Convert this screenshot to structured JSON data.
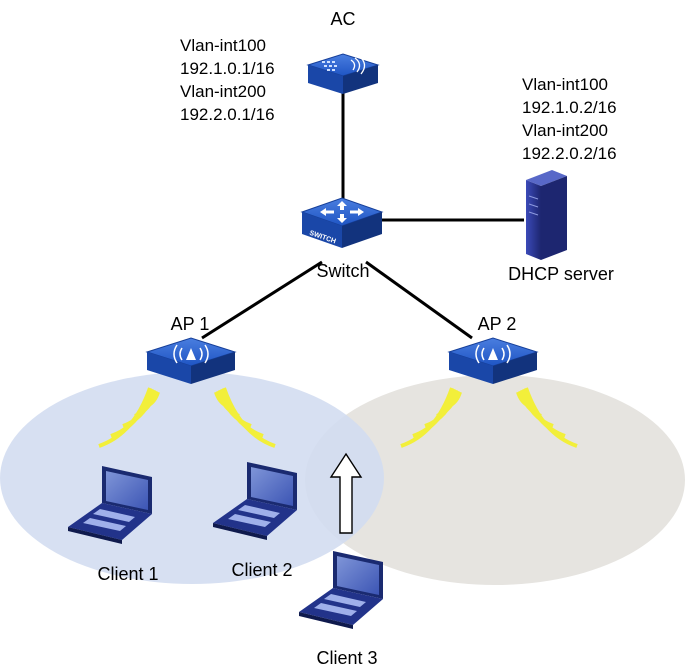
{
  "colors": {
    "device_blue": "#1f55c4",
    "device_blue_dark": "#163f99",
    "cell_ap1": "#d2dcf0",
    "cell_ap2": "#e6e4e0",
    "signal": "#f2ef3a",
    "link": "#000000",
    "server": "#2e3a9e"
  },
  "nodes": {
    "ac": {
      "label": "AC"
    },
    "switch": {
      "label": "Switch",
      "badge": "SWITCH"
    },
    "dhcp": {
      "label": "DHCP server"
    },
    "ap1": {
      "label": "AP 1"
    },
    "ap2": {
      "label": "AP 2"
    },
    "client1": {
      "label": "Client 1"
    },
    "client2": {
      "label": "Client 2"
    },
    "client3": {
      "label": "Client 3"
    }
  },
  "ac_config": [
    "Vlan-int100",
    "192.1.0.1/16",
    "Vlan-int200",
    "192.2.0.1/16"
  ],
  "dhcp_config": [
    "Vlan-int100",
    "192.1.0.2/16",
    "Vlan-int200",
    "192.2.0.2/16"
  ]
}
